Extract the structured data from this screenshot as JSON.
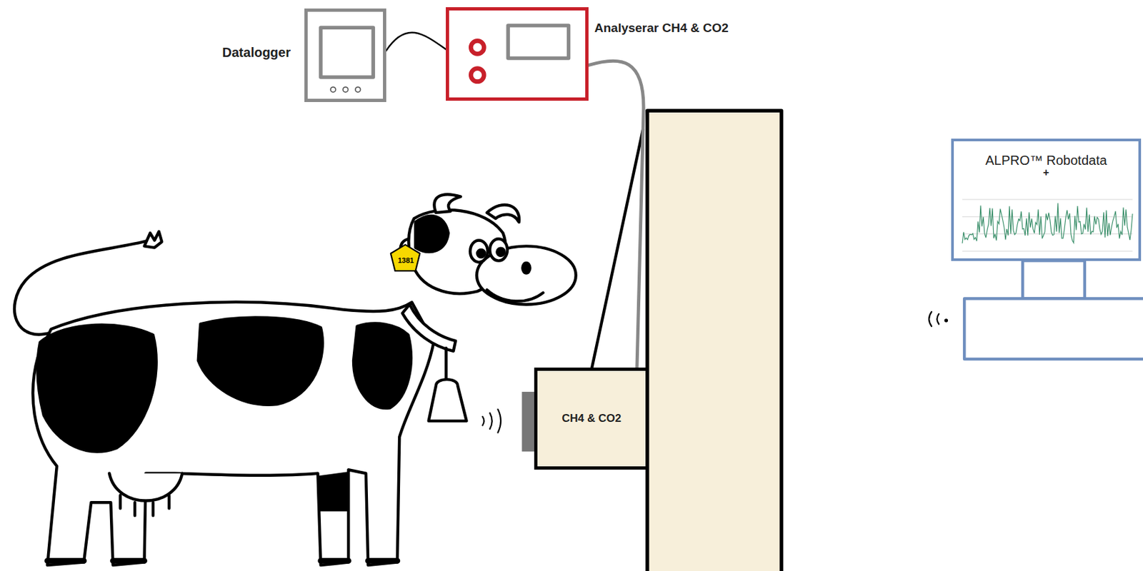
{
  "diagram": {
    "nodes": [
      {
        "text": [
          "Datalogger"
        ]
      },
      {
        "text": [
          "Analyserar CH4 & CO2"
        ]
      },
      {
        "text": [
          "ALPRO™ Robotdata",
          "+"
        ]
      },
      {
        "text": [
          "CH4 & CO2"
        ]
      }
    ],
    "edges": [
      {
        "from": 0,
        "to": 1,
        "arrow": "none"
      },
      {
        "from": 1,
        "to": 3,
        "arrow": "none"
      }
    ],
    "labels": [
      "1381"
    ]
  }
}
